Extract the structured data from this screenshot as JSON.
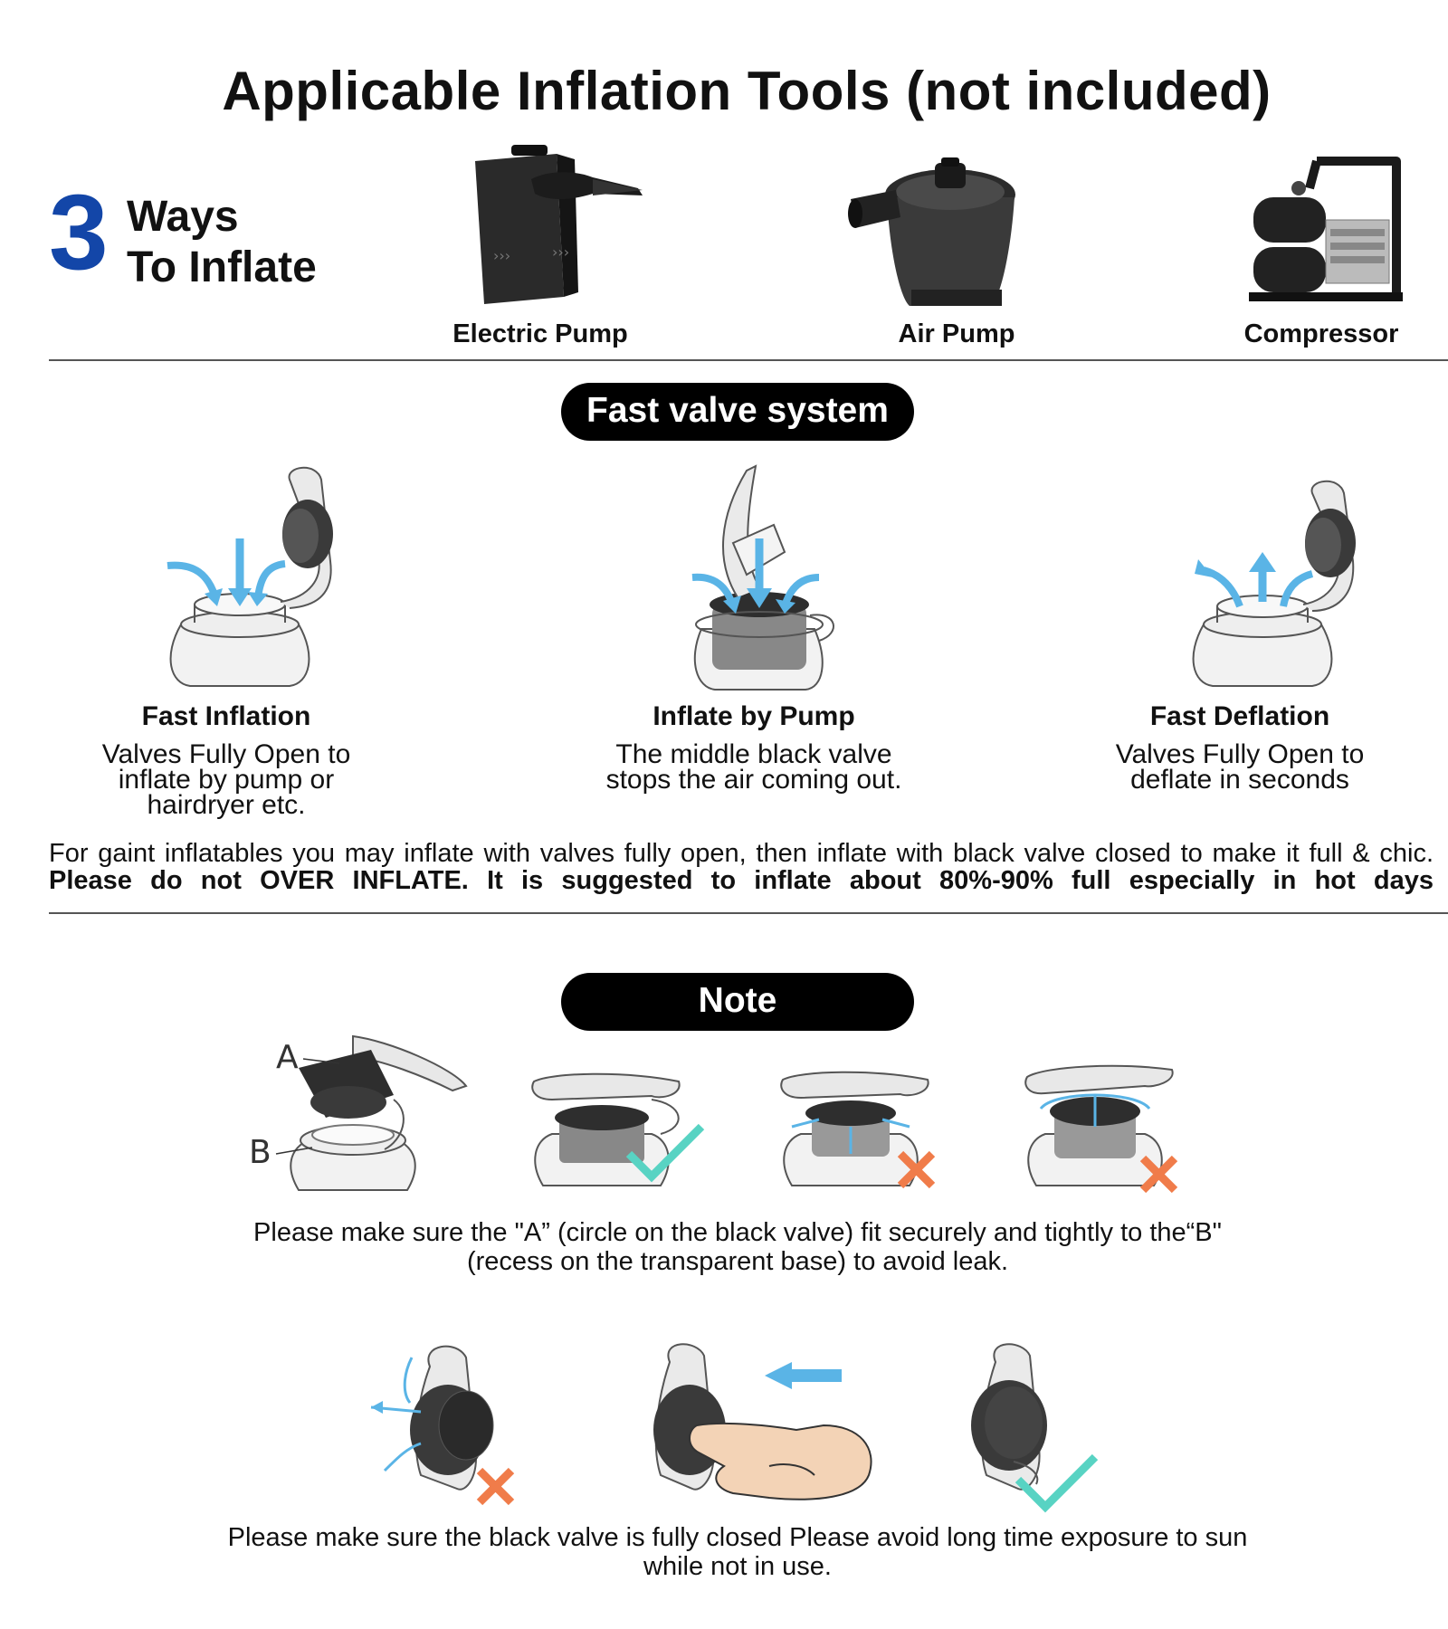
{
  "header": {
    "title": "Applicable Inflation Tools (not included)",
    "count": "3",
    "ways_line1": "Ways",
    "ways_line2": "To Inflate"
  },
  "tools": [
    {
      "label": "Electric Pump",
      "icon": "electric-pump-icon"
    },
    {
      "label": "Air Pump",
      "icon": "air-pump-icon"
    },
    {
      "label": "Compressor",
      "icon": "compressor-icon"
    }
  ],
  "valve_section": {
    "badge": "Fast valve system",
    "columns": [
      {
        "title": "Fast Inflation",
        "desc_lines": [
          "Valves Fully Open to",
          "inflate by pump or",
          "hairdryer etc."
        ]
      },
      {
        "title": "Inflate by Pump",
        "desc_lines": [
          "The middle black valve",
          "stops the air coming out."
        ]
      },
      {
        "title": "Fast Deflation",
        "desc_lines": [
          "Valves Fully Open to",
          "deflate in seconds"
        ]
      }
    ],
    "paragraph_normal": "For gaint inflatables you may inflate with valves fully open, then inflate with black valve closed to make it full & chic. ",
    "paragraph_bold": "Please do not OVER INFLATE. It is suggested to inflate about 80%-90% full especially in hot days"
  },
  "note_section": {
    "badge": "Note",
    "label_a": "A",
    "label_b": "B",
    "text1_line1": "Please make sure the \"A” (circle on the black valve) fit securely and tightly to the“B\"",
    "text1_line2": "(recess on the transparent base) to avoid leak.",
    "text2_line1": "Please make sure the black valve is fully closed Please avoid long time exposure to sun",
    "text2_line2": "while not in use."
  },
  "colors": {
    "accent_blue": "#1346a8",
    "arrow_blue": "#5ab4e6",
    "check_teal": "#58d3c3",
    "cross_orange": "#f07c4a"
  }
}
